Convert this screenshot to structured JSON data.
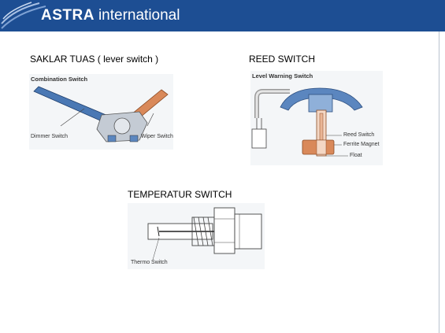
{
  "header": {
    "brand_bold": "ASTRA",
    "brand_light": "international",
    "bg_color": "#1d4e93"
  },
  "sections": {
    "lever": {
      "caption": "SAKLAR TUAS ( lever switch )",
      "title": "Combination Switch",
      "label_left": "Dimmer Switch",
      "label_right": "Wiper Switch"
    },
    "reed": {
      "caption": "REED SWITCH",
      "title": "Level Warning Switch",
      "label_reed": "Reed Switch",
      "label_magnet": "Ferrite Magnet",
      "label_float": "Float"
    },
    "temp": {
      "caption": "TEMPERATUR SWITCH",
      "label": "Thermo Switch"
    }
  },
  "colors": {
    "lever_left": "#4a78b4",
    "lever_right": "#d9895a",
    "body_blue": "#5b86bf",
    "magnet": "#d9895a"
  }
}
